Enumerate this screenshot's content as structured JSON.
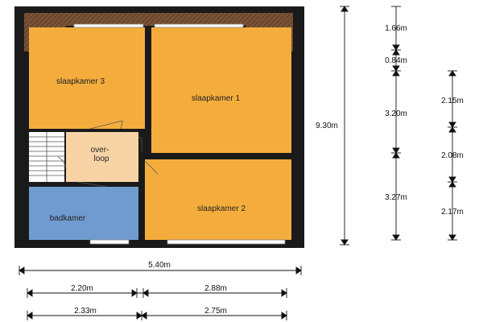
{
  "rooms": {
    "slaapkamer3": "slaapkamer 3",
    "slaapkamer1": "slaapkamer 1",
    "slaapkamer2": "slaapkamer 2",
    "overloop_line1": "over-",
    "overloop_line2": "loop",
    "badkamer": "badkamer"
  },
  "dimensions": {
    "total_height": "9.30m",
    "right_col1": [
      "1.66m",
      "0.84m",
      "3.20m",
      "3.27m"
    ],
    "right_col2": [
      "2.15m",
      "2.08m",
      "2.17m"
    ],
    "total_width": "5.40m",
    "row1": [
      "2.20m",
      "2.88m"
    ],
    "row2": [
      "2.33m",
      "2.75m"
    ]
  },
  "colors": {
    "orange": "#f4ad3d",
    "blue": "#6f9bd0",
    "stair": "#f7d3a6",
    "roof": "#7a5236",
    "wall": "#1a1a1a"
  }
}
